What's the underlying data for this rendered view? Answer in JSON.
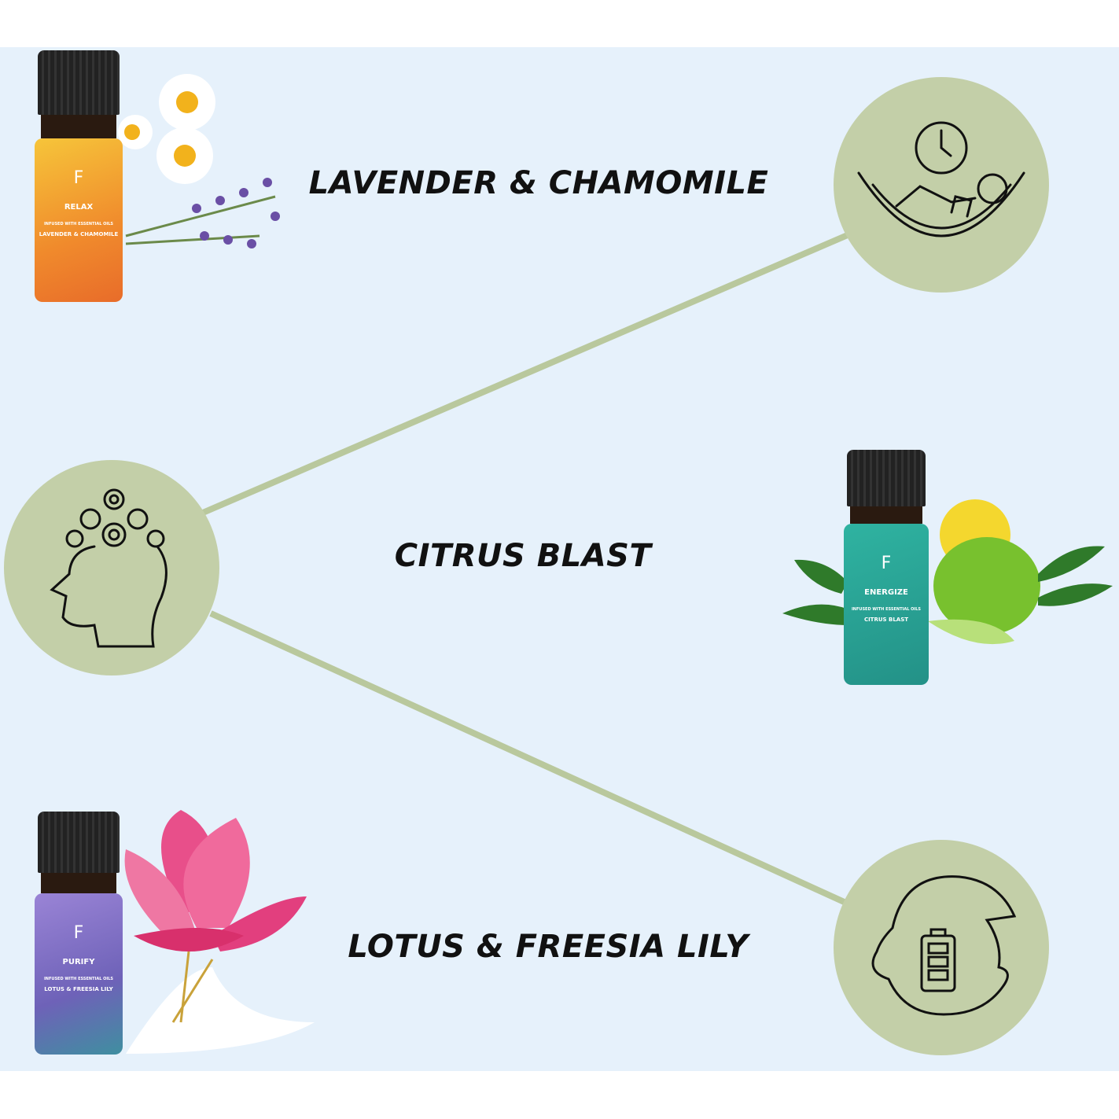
{
  "colors": {
    "background": "#e6f1fb",
    "circle": "#c3cfa8",
    "connector": "#b9c89d",
    "text": "#111111"
  },
  "products": [
    {
      "title": "LAVENDER & CHAMOMILE",
      "bottle_name": "RELAX",
      "bottle_subtitle": "INFUSED WITH ESSENTIAL OILS",
      "bottle_oil": "LAVENDER & CHAMOMILE",
      "brand_mark": "F",
      "label_color": "#f08a2c",
      "icon": "hammock-clock-icon"
    },
    {
      "title": "CITRUS BLAST",
      "bottle_name": "ENERGIZE",
      "bottle_subtitle": "INFUSED WITH ESSENTIAL OILS",
      "bottle_oil": "CITRUS BLAST",
      "brand_mark": "F",
      "label_color": "#2aa596",
      "icon": "head-swirls-icon"
    },
    {
      "title": "LOTUS & FREESIA LILY",
      "bottle_name": "PURIFY",
      "bottle_subtitle": "INFUSED WITH ESSENTIAL OILS",
      "bottle_oil": "LOTUS & FREESIA LILY",
      "brand_mark": "F",
      "label_color": "#8a78c8",
      "icon": "head-battery-icon"
    }
  ]
}
